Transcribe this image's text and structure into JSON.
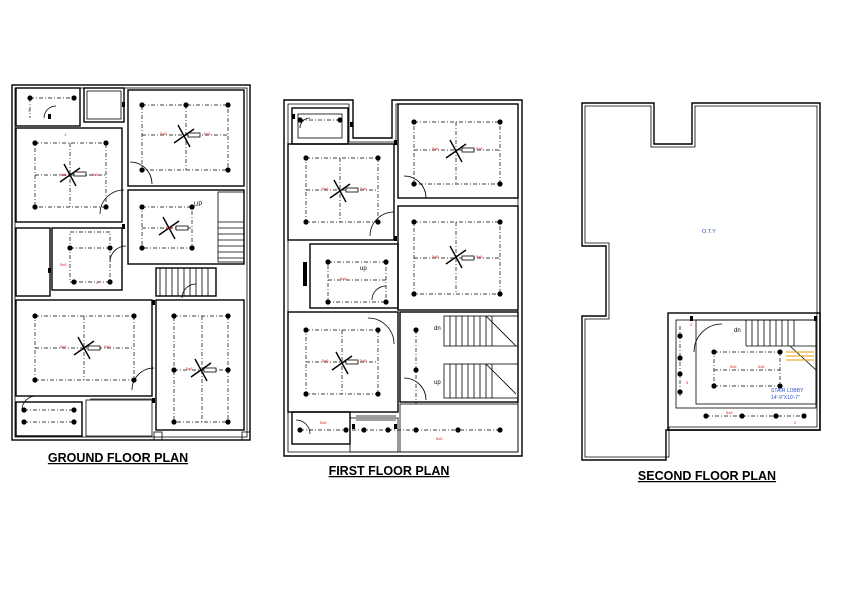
{
  "plans": {
    "ground": {
      "title": "GROUND FLOOR PLAN",
      "stair_label": "UP"
    },
    "first": {
      "title": "FIRST FLOOR PLAN",
      "stair_up_label": "up",
      "stair_dn_label": "dn",
      "stair_up2_label": "up"
    },
    "second": {
      "title": "SECOND FLOOR PLAN",
      "terrace_label": "O.T.Y",
      "stair_dn_label": "dn",
      "lobby_label": "STAIR LOBBY",
      "lobby_dims": "14'-9\"X10'-7\""
    }
  },
  "colors": {
    "wall": "#000000",
    "annotation": "#dd2222",
    "text_blue": "#2a4fd0"
  },
  "symbols": [
    "ceiling-fan-icon",
    "light-point-icon",
    "tube-light-icon",
    "switch-board-icon",
    "door-swing-icon",
    "staircase-icon"
  ]
}
